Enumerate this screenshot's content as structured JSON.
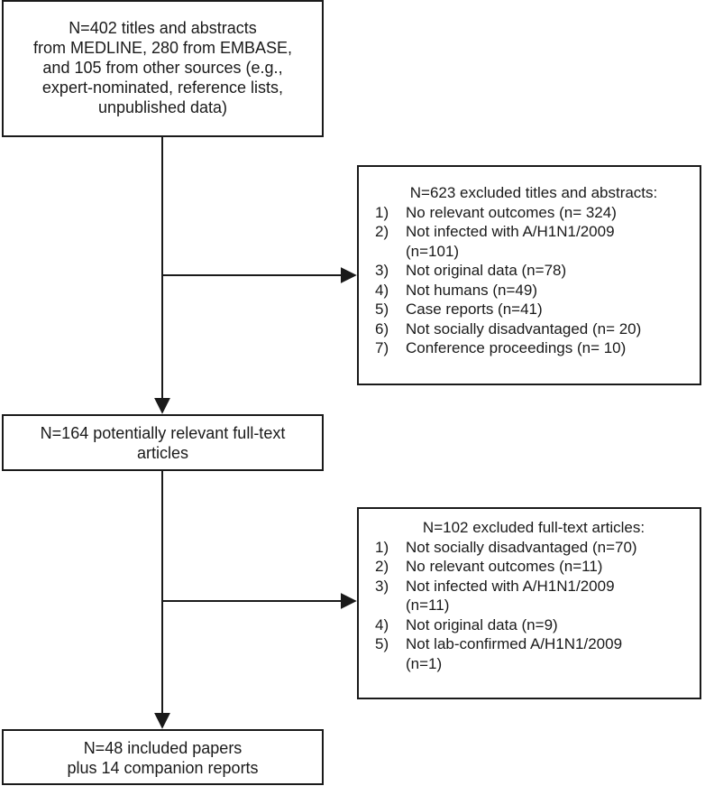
{
  "box_top": {
    "lines": [
      "N=402 titles and abstracts",
      "from MEDLINE, 280 from EMBASE,",
      "and 105 from other sources (e.g.,",
      "expert-nominated, reference lists,",
      "unpublished data)"
    ]
  },
  "box_exclusion_1": {
    "header": "N=623 excluded titles and abstracts:",
    "items": [
      {
        "num": "1)",
        "text": "No relevant outcomes (n= 324)"
      },
      {
        "num": "2)",
        "text": "Not infected with A/H1N1/2009"
      },
      {
        "num": "",
        "text": "(n=101)"
      },
      {
        "num": "3)",
        "text": "Not original data (n=78)"
      },
      {
        "num": "4)",
        "text": "Not humans (n=49)"
      },
      {
        "num": "5)",
        "text": "Case reports (n=41)"
      },
      {
        "num": "6)",
        "text": "Not socially disadvantaged (n= 20)"
      },
      {
        "num": "7)",
        "text": "Conference proceedings (n= 10)"
      }
    ]
  },
  "box_middle": {
    "lines": [
      "N=164 potentially relevant full-text",
      "articles"
    ]
  },
  "box_exclusion_2": {
    "header": "N=102 excluded full-text articles:",
    "items": [
      {
        "num": "1)",
        "text": "Not socially disadvantaged (n=70)"
      },
      {
        "num": "2)",
        "text": "No relevant outcomes (n=11)"
      },
      {
        "num": "3)",
        "text": "Not infected with A/H1N1/2009"
      },
      {
        "num": "",
        "text": "(n=11)"
      },
      {
        "num": "4)",
        "text": "Not original data (n=9)"
      },
      {
        "num": "5)",
        "text": "Not lab-confirmed A/H1N1/2009"
      },
      {
        "num": "",
        "text": "(n=1)"
      }
    ]
  },
  "box_bottom": {
    "lines": [
      "N=48 included papers",
      "plus 14 companion reports"
    ]
  }
}
